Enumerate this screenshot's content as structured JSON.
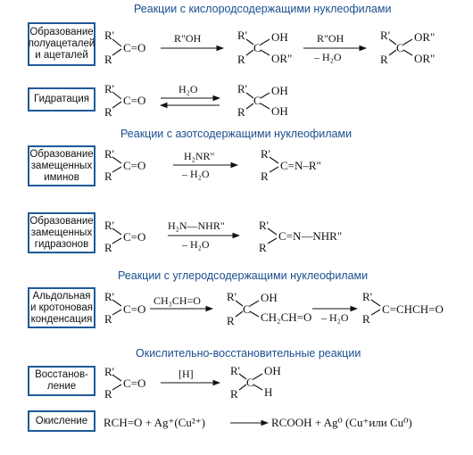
{
  "sections": {
    "oxygen": "Реакции с кислородсодержащими нуклеофилами",
    "nitrogen": "Реакции с азотсодержащими нуклеофилами",
    "carbon": "Реакции с углеродсодержащими нуклеофилами",
    "redox": "Окислительно-восстановительные реакции"
  },
  "boxes": {
    "b1": [
      "Образование",
      "полуацеталей",
      "и ацеталей"
    ],
    "b2": [
      "Гидратация"
    ],
    "b3": [
      "Образование",
      "замещенных",
      "иминов"
    ],
    "b4": [
      "Образование",
      "замещенных",
      "гидразонов"
    ],
    "b5": [
      "Альдольная",
      "и кротоновая",
      "конденсация"
    ],
    "b6": [
      "Восстанов-",
      "ление"
    ],
    "b7": [
      "Окисление"
    ]
  },
  "atoms": {
    "R": "R",
    "Rp": "R'",
    "C": "C",
    "Ceq": "C=O",
    "eqO": "=O",
    "OH": "OH",
    "H": "H",
    "ORpp": "OR\"",
    "h2o": "– H₂O"
  },
  "reagents": {
    "r1": "R\"OH",
    "r2": "H₂O",
    "r3": "H₂NR\"",
    "r4": "H₂N—NHR\"",
    "r5": "CH₃CH=O",
    "r6": "[H]"
  },
  "products": {
    "imine": "C=N–R\"",
    "hydrazone": "C=N—NHR\"",
    "aldol_chain": "CH₂CH=O",
    "crotonic": "C=CHCH=O"
  },
  "oxidation": {
    "left": "RCH=O + Ag⁺(Cu²⁺)",
    "right": "RCOOH + Ag⁰ (Cu⁺или Cu⁰)"
  }
}
